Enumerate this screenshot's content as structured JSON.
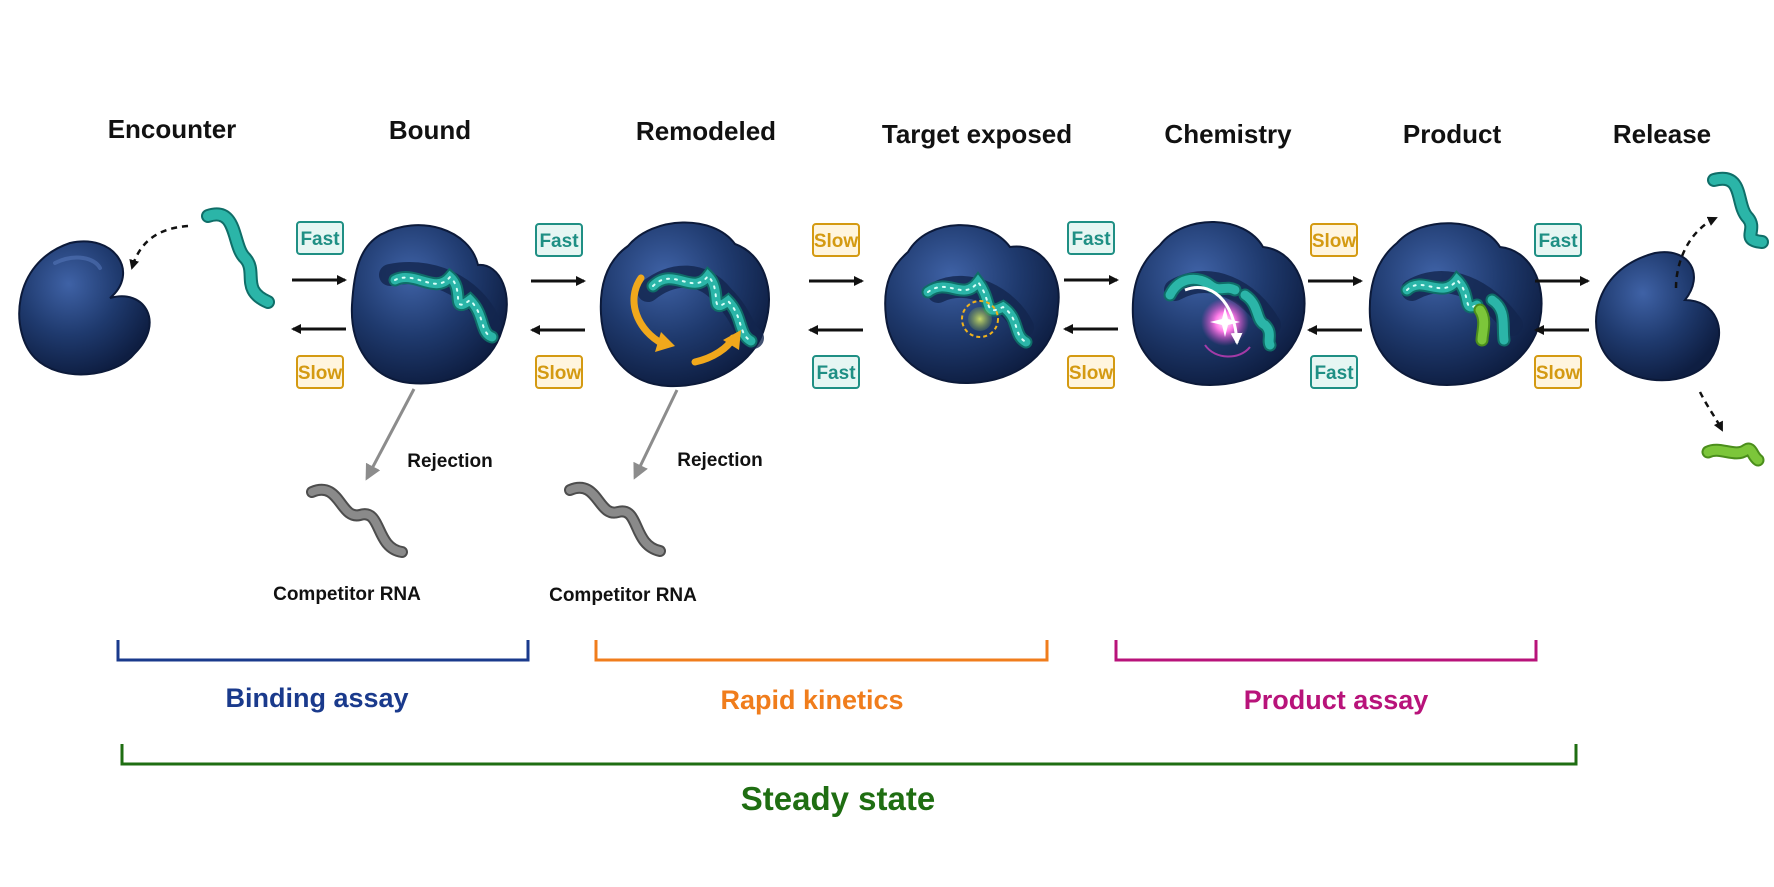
{
  "states": [
    {
      "name": "Encounter"
    },
    {
      "name": "Bound"
    },
    {
      "name": "Remodeled"
    },
    {
      "name": "Target exposed"
    },
    {
      "name": "Chemistry"
    },
    {
      "name": "Product"
    },
    {
      "name": "Release"
    }
  ],
  "transitions": [
    {
      "forward": "Fast",
      "reverse": "Slow"
    },
    {
      "forward": "Fast",
      "reverse": "Slow"
    },
    {
      "forward": "Slow",
      "reverse": "Fast"
    },
    {
      "forward": "Fast",
      "reverse": "Slow"
    },
    {
      "forward": "Slow",
      "reverse": "Fast"
    },
    {
      "forward": "Fast",
      "reverse": "Slow"
    }
  ],
  "rejections": [
    {
      "label": "Rejection",
      "rna_label": "Competitor RNA"
    },
    {
      "label": "Rejection",
      "rna_label": "Competitor RNA"
    }
  ],
  "assays": [
    {
      "label": "Binding assay",
      "color": "#1a3a8c"
    },
    {
      "label": "Rapid kinetics",
      "color": "#f07d1c"
    },
    {
      "label": "Product assay",
      "color": "#b8137a"
    }
  ],
  "steady_state": {
    "label": "Steady state",
    "color": "#1f6e12"
  },
  "colors": {
    "enzyme": "#1f3a6e",
    "rna": "#2bb5a8",
    "competitor_rna": "#777777",
    "product_rna": "#7cc63a",
    "fast_badge": "#1f8f84",
    "slow_badge": "#d49a12",
    "remodel_arrow": "#f0a81c",
    "spark": "#e040c8"
  },
  "icons": [
    "enzyme-icon",
    "rna-strand-icon",
    "spark-icon"
  ]
}
